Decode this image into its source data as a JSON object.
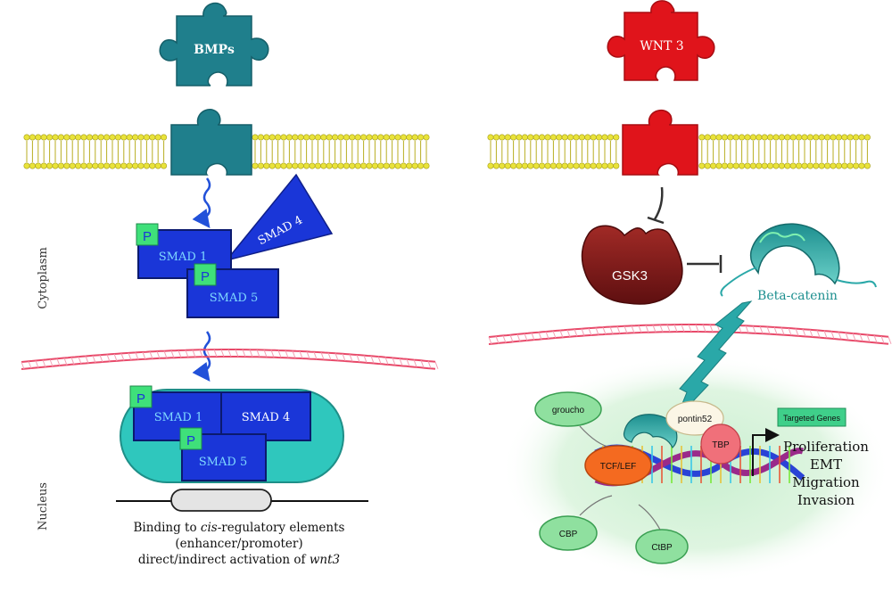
{
  "left": {
    "ligand": "BMPs",
    "smad4": "SMAD 4",
    "smad1": "SMAD 1",
    "smad5": "SMAD 5",
    "phospho": "P",
    "caption": {
      "line1_a": "Binding to ",
      "line1_italic": "cis",
      "line1_b": "-regulatory elements",
      "line2": "(enhancer/promoter)",
      "line3_a": "direct/indirect activation of ",
      "line3_italic": "wnt3"
    }
  },
  "compartments": {
    "cytoplasm": "Cytoplasm",
    "nucleus": "Nucleus"
  },
  "right": {
    "ligand": "WNT 3",
    "gsk3": "GSK3",
    "beta_catenin": "Beta-catenin",
    "groucho": "groucho",
    "pontin": "pontin52",
    "tbp": "TBP",
    "tcf": "TCF/LEF",
    "cbp1": "CBP",
    "cbp2": "CtBP",
    "targeted_genes": "Targeted Genes",
    "outcomes": [
      "Proliferation",
      "EMT",
      "Migration",
      "Invasion"
    ]
  },
  "colors": {
    "bmp_teal": "#1f7f8c",
    "wnt_red": "#e0141b",
    "smad_blue": "#1a36d8",
    "phospho_green": "#3fe07a",
    "lipid_yellow": "#e9e33a",
    "gsk_brown": "#8a1c1c",
    "beta_teal": "#2aa8a8",
    "nucleus_green": "#d9f3dc"
  }
}
